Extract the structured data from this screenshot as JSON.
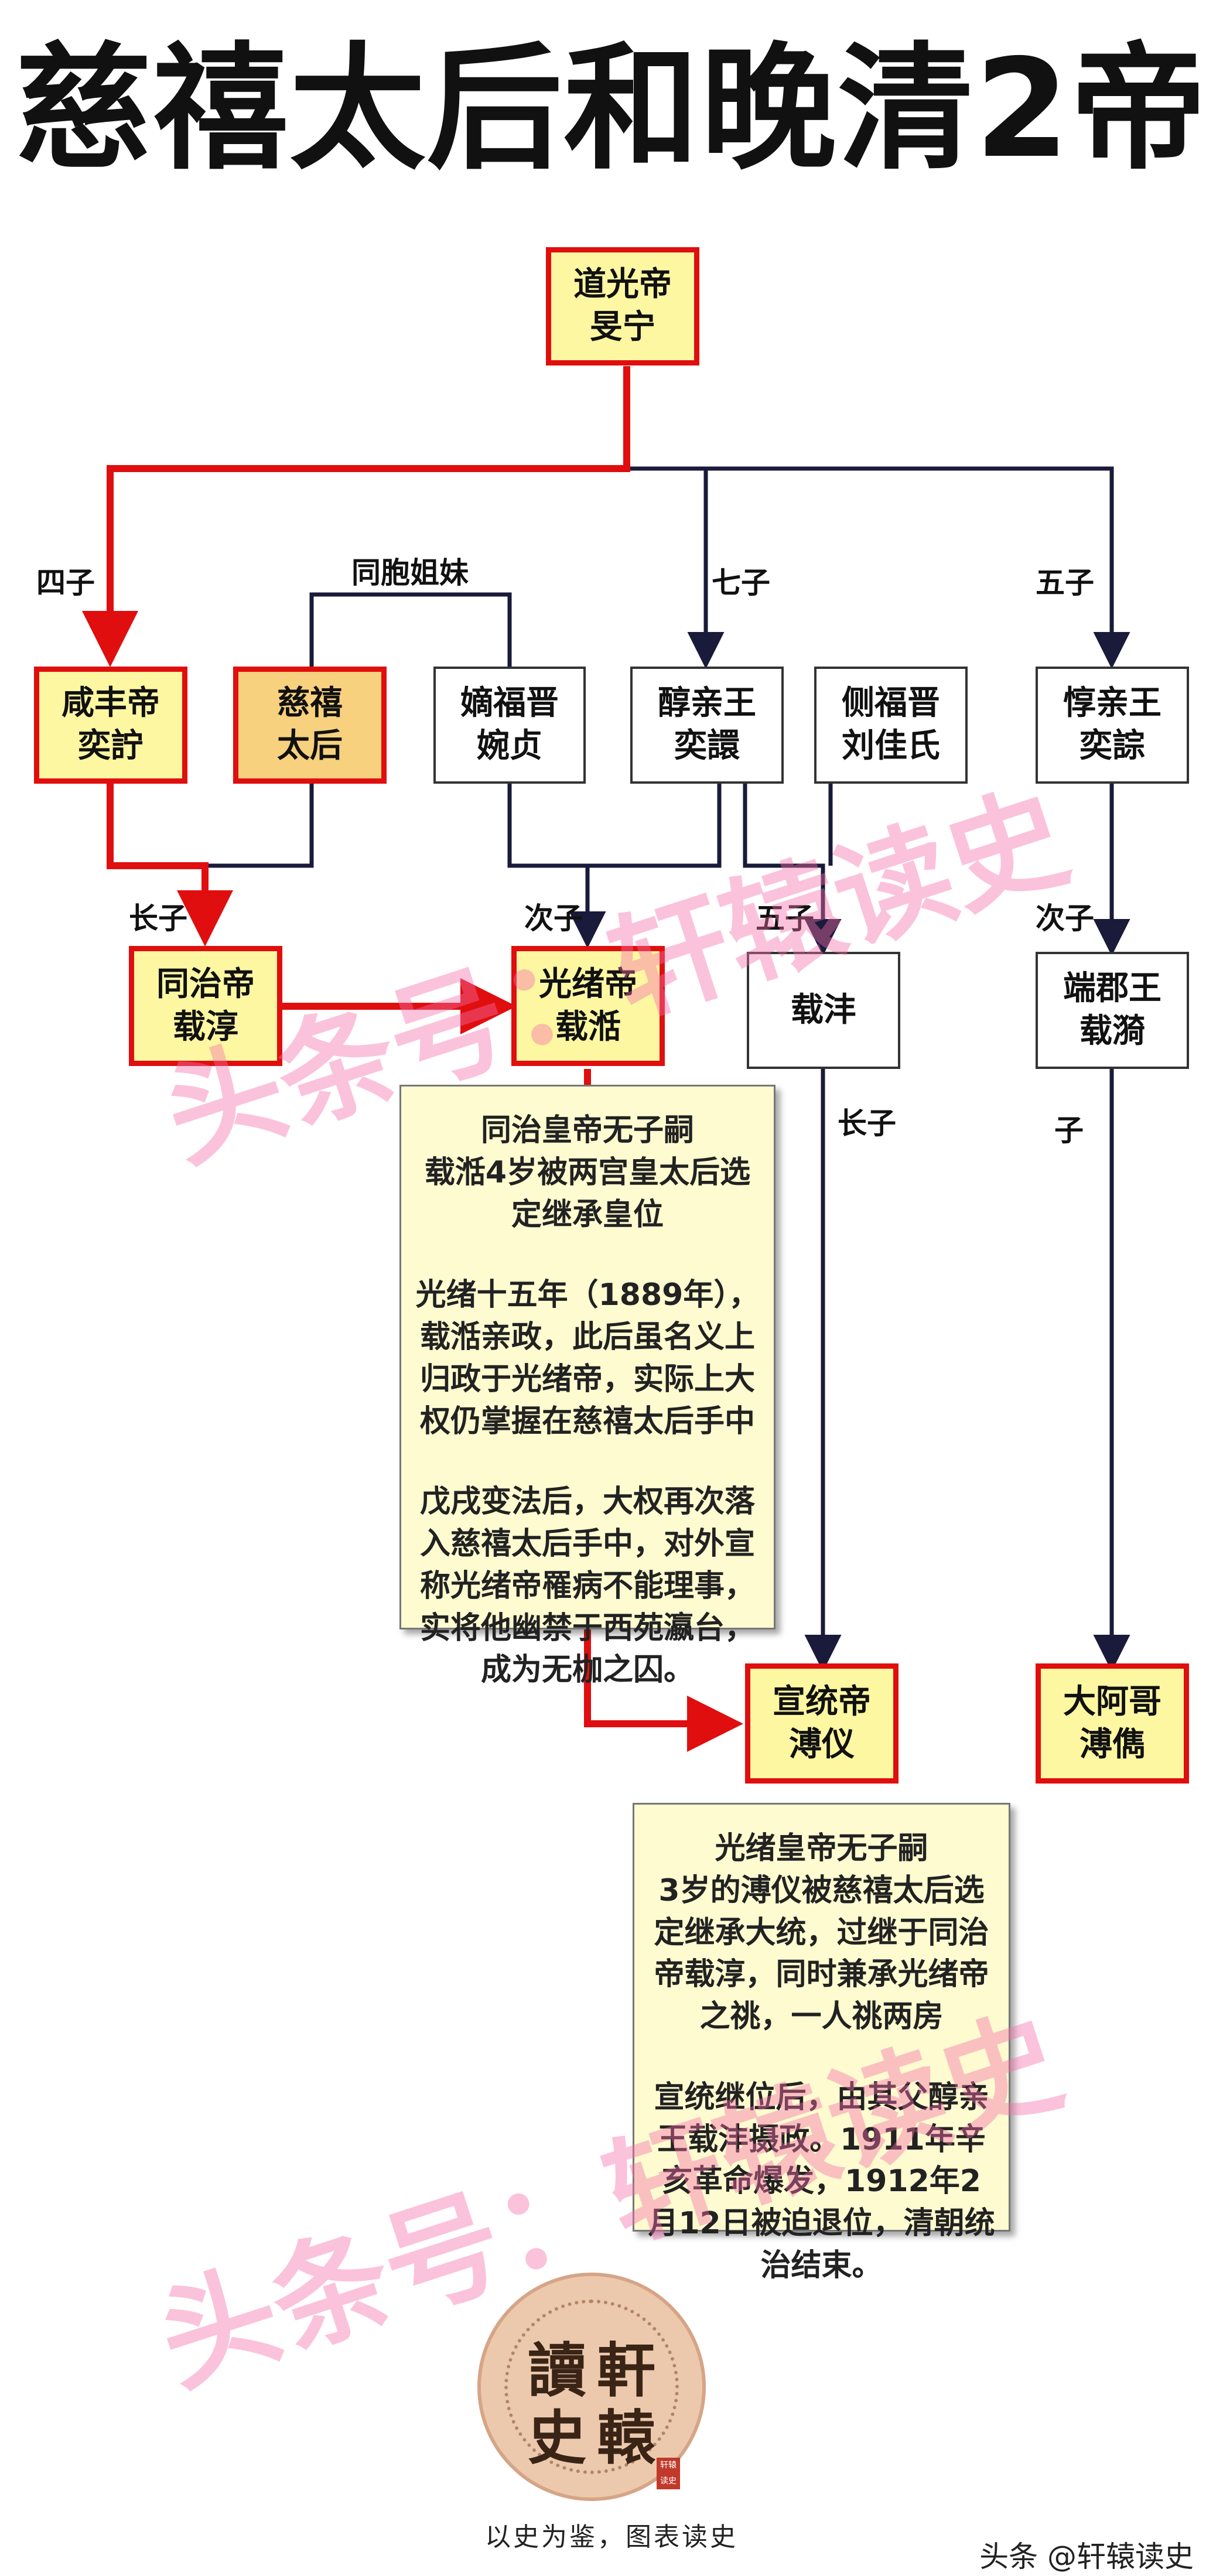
{
  "title": "慈禧太后和晚清2帝",
  "colors": {
    "accent_red": "#e00e0e",
    "dark_line": "#1a1a3a",
    "box_yellow": "#fdf7a2",
    "box_orange": "#f8d17f",
    "note_bg": "#fefbd0",
    "watermark": "#f56eaa"
  },
  "nodes": {
    "daoguang": {
      "line1": "道光帝",
      "line2": "旻宁"
    },
    "xianfeng": {
      "line1": "咸丰帝",
      "line2": "奕詝"
    },
    "cixi": {
      "line1": "慈禧",
      "line2": "太后"
    },
    "difujin": {
      "line1": "嫡福晋",
      "line2": "婉贞"
    },
    "chunqin": {
      "line1": "醇亲王",
      "line2": "奕譞"
    },
    "cefujin": {
      "line1": "侧福晋",
      "line2": "刘佳氏"
    },
    "dunqin": {
      "line1": "惇亲王",
      "line2": "奕誴"
    },
    "tongzhi": {
      "line1": "同治帝",
      "line2": "载淳"
    },
    "guangxu": {
      "line1": "光绪帝",
      "line2": "载湉"
    },
    "zaifeng": {
      "line1": "载沣"
    },
    "duanjun": {
      "line1": "端郡王",
      "line2": "载漪"
    },
    "xuantong": {
      "line1": "宣统帝",
      "line2": "溥仪"
    },
    "dage": {
      "line1": "大阿哥",
      "line2": "溥儁"
    }
  },
  "labels": {
    "sizi": "四子",
    "qizi": "七子",
    "wuzi_top": "五子",
    "sisters": "同胞姐妹",
    "zhangzi_1": "长子",
    "cizi_1": "次子",
    "wuzi_2": "五子",
    "cizi_2": "次子",
    "zhangzi_2": "长子",
    "zi": "子"
  },
  "notes": {
    "guangxu": [
      "同治皇帝无子嗣\n载湉4岁被两宫皇太后选定继承皇位",
      "光绪十五年（1889年），载湉亲政，此后虽名义上归政于光绪帝，实际上大权仍掌握在慈禧太后手中",
      "戊戌变法后，大权再次落入慈禧太后手中，对外宣称光绪帝罹病不能理事，实将他幽禁于西苑瀛台，成为无枷之囚。"
    ],
    "xuantong": [
      "光绪皇帝无子嗣\n3岁的溥仪被慈禧太后选定继承大统，过继于同治帝载淳，同时兼承光绪帝之祧，一人祧两房",
      "宣统继位后，由其父醇亲王载沣摄政。1911年辛亥革命爆发，1912年2月12日被迫退位，清朝统治结束。"
    ]
  },
  "watermarks": {
    "top": "头条号：轩辕读史",
    "bottom": "头条号：轩辕读史"
  },
  "seal": {
    "c1": "讀",
    "c2": "軒",
    "c3": "史",
    "c4": "轅",
    "stamp": "轩辕读史"
  },
  "slogan": "以史为鉴，图表读史",
  "credit": "头条 @轩辕读史"
}
